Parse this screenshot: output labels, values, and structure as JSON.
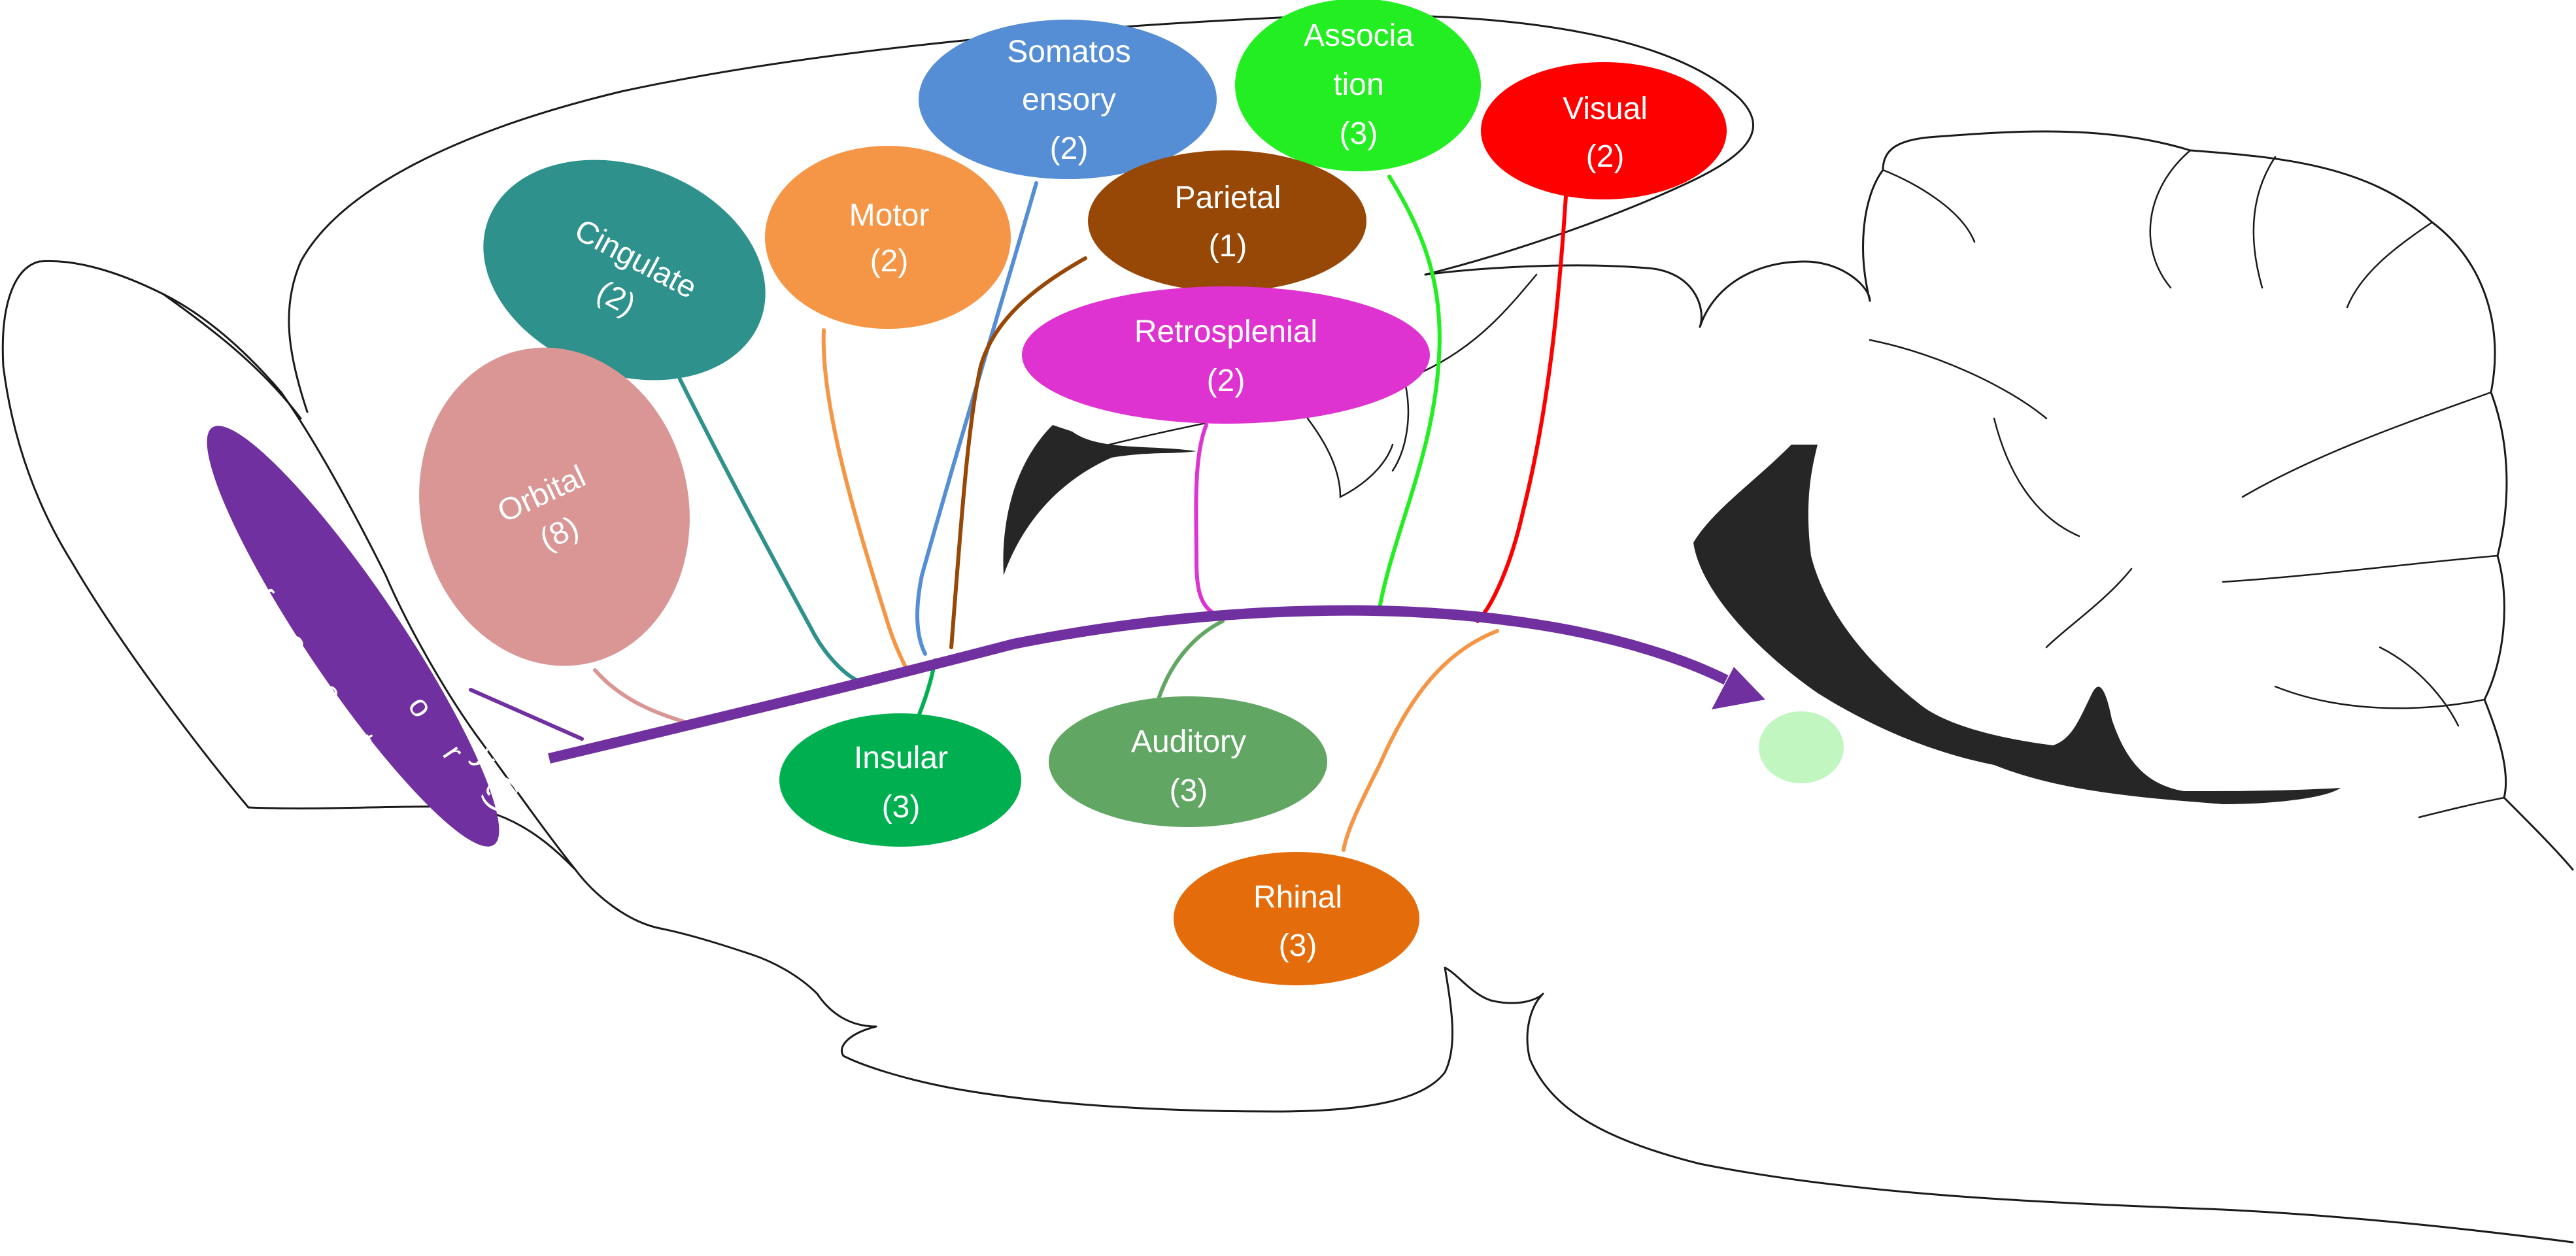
{
  "colors": {
    "olfactory": "#7030a0",
    "cingulate": "#2e918c",
    "orbital": "#d99694",
    "motor": "#f59646",
    "somatosensory": "#558ed5",
    "parietal": "#974806",
    "retrosplenial": "#de33d0",
    "association": "#22ee22",
    "visual": "#ff0000",
    "insular": "#00b050",
    "auditory": "#62a663",
    "rhinal": "#e46c0a",
    "target": "#b6f5b6",
    "ventricle": "#262626",
    "outline": "#1a1a1a"
  },
  "regions": {
    "olfactory": {
      "chars": [
        "O",
        "l",
        "f",
        "a",
        "c",
        "t",
        "o",
        "r",
        "y"
      ],
      "count": "(3)"
    },
    "cingulate": {
      "name": "Cingulate",
      "count": "(2)"
    },
    "orbital": {
      "name": "Orbital",
      "count": "(8)"
    },
    "motor": {
      "name": "Motor",
      "count": "(2)"
    },
    "somatosensory": {
      "line1": "Somatos",
      "line2": "ensory",
      "count": "(2)"
    },
    "parietal": {
      "name": "Parietal",
      "count": "(1)"
    },
    "retrosplenial": {
      "name": "Retrosplenial",
      "count": "(2)"
    },
    "association": {
      "line1": "Associa",
      "line2": "tion",
      "count": "(3)"
    },
    "visual": {
      "name": "Visual",
      "count": "(2)"
    },
    "insular": {
      "name": "Insular",
      "count": "(3)"
    },
    "auditory": {
      "name": "Auditory",
      "count": "(3)"
    },
    "rhinal": {
      "name": "Rhinal",
      "count": "(3)"
    }
  }
}
